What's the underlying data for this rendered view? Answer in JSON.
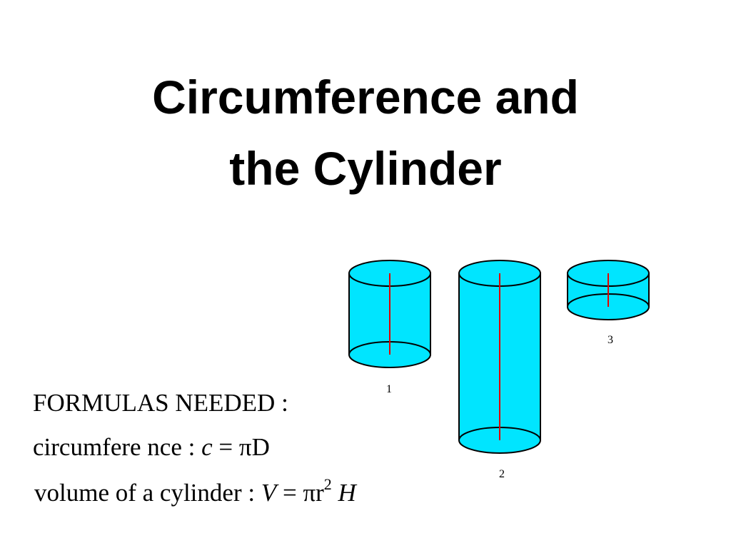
{
  "slide": {
    "title_line1": "Circumference and",
    "title_line2": "the Cylinder"
  },
  "formulas": {
    "heading": "FORMULAS NEEDED :",
    "circumference_label": "circumfere nce :",
    "circumference_c": "c",
    "circumference_eq": "= πD",
    "volume_label": "volume of a cylinder :",
    "volume_V": "V",
    "volume_eq_left": "= πr",
    "volume_exp": "2",
    "volume_H": "H"
  },
  "cylinders": {
    "fill_color": "#00e5ff",
    "axis_color": "#e60000",
    "labels": [
      "1",
      "2",
      "3"
    ]
  }
}
